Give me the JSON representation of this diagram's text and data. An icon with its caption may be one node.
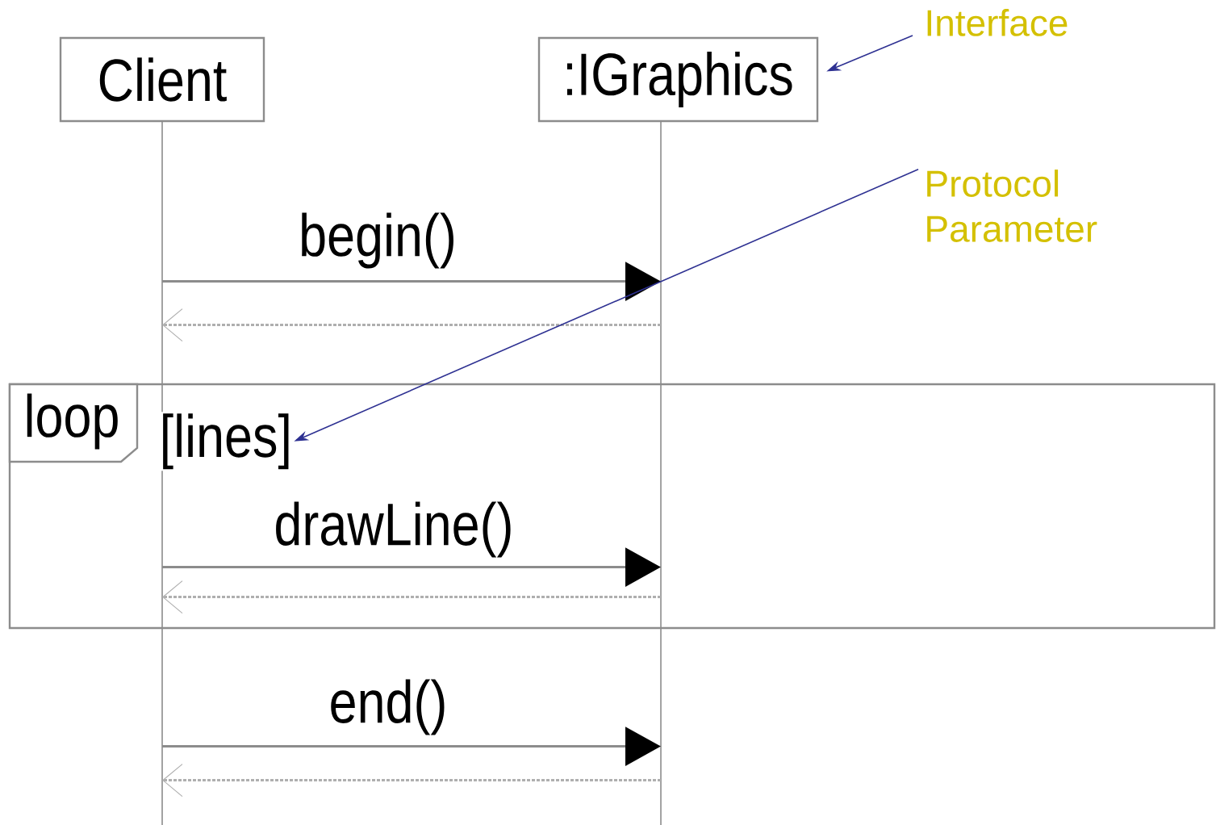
{
  "diagram": {
    "nodes": [
      {
        "text": [
          "Client"
        ]
      },
      {
        "text": [
          ":IGraphics"
        ]
      },
      {
        "text": [
          "loop"
        ]
      },
      {
        "text": [
          "Interface"
        ]
      },
      {
        "text": [
          "Protocol Parameter"
        ]
      },
      {
        "text": [
          "[lines]"
        ],
        "in": 2
      },
      {
        "text": [],
        "shape": "line"
      },
      {
        "text": [],
        "shape": "line"
      }
    ],
    "edges": [
      {
        "from": 6,
        "to": 7,
        "arrow": "to",
        "label": "begin()"
      },
      {
        "from": 7,
        "to": 6,
        "arrow": "to",
        "style": "dashed"
      },
      {
        "from": 6,
        "to": 7,
        "arrow": "to",
        "label": "drawLine()"
      },
      {
        "from": 7,
        "to": 6,
        "arrow": "to",
        "style": "dashed"
      },
      {
        "from": 6,
        "to": 7,
        "arrow": "to",
        "label": "end()"
      },
      {
        "from": 7,
        "to": 6,
        "arrow": "to",
        "style": "dashed"
      },
      {
        "from": 3,
        "to": 1,
        "arrow": "to",
        "color": "#2e3192"
      },
      {
        "from": 4,
        "to": 5,
        "arrow": "to",
        "color": "#2e3192"
      }
    ]
  }
}
